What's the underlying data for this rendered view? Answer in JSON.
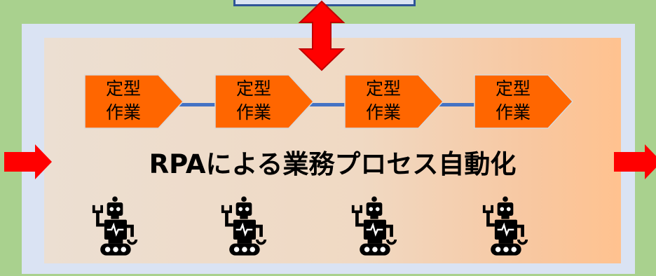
{
  "steps": [
    {
      "label": "定型\n作業"
    },
    {
      "label": "定型\n作業"
    },
    {
      "label": "定型\n作業"
    },
    {
      "label": "定型\n作業"
    }
  ],
  "caption": "RPAによる業務プロセス自動化",
  "robots": [
    "robot-icon",
    "robot-icon",
    "robot-icon",
    "robot-icon"
  ],
  "colors": {
    "background": "#a9d18e",
    "frame": "#dae3f3",
    "step_fill": "#ff6600",
    "connector": "#4472c4",
    "arrow": "#ff0000"
  }
}
